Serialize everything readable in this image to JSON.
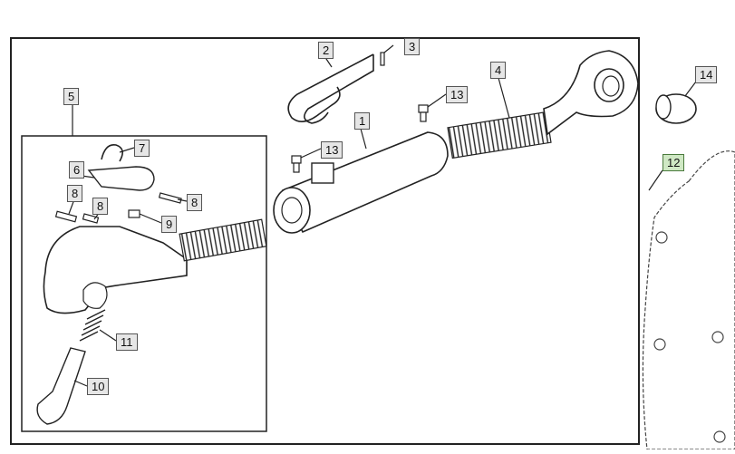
{
  "diagram": {
    "callouts": {
      "c1": "1",
      "c2": "2",
      "c3": "3",
      "c4": "4",
      "c5": "5",
      "c6": "6",
      "c7": "7",
      "c8a": "8",
      "c8b": "8",
      "c8c": "8",
      "c9": "9",
      "c10": "10",
      "c11": "11",
      "c12": "12",
      "c13a": "13",
      "c13b": "13",
      "c14": "14"
    },
    "colors": {
      "line": "#222222",
      "callout_bg": "#e6e6e6",
      "highlight_bg": "#cfe8c4"
    }
  }
}
